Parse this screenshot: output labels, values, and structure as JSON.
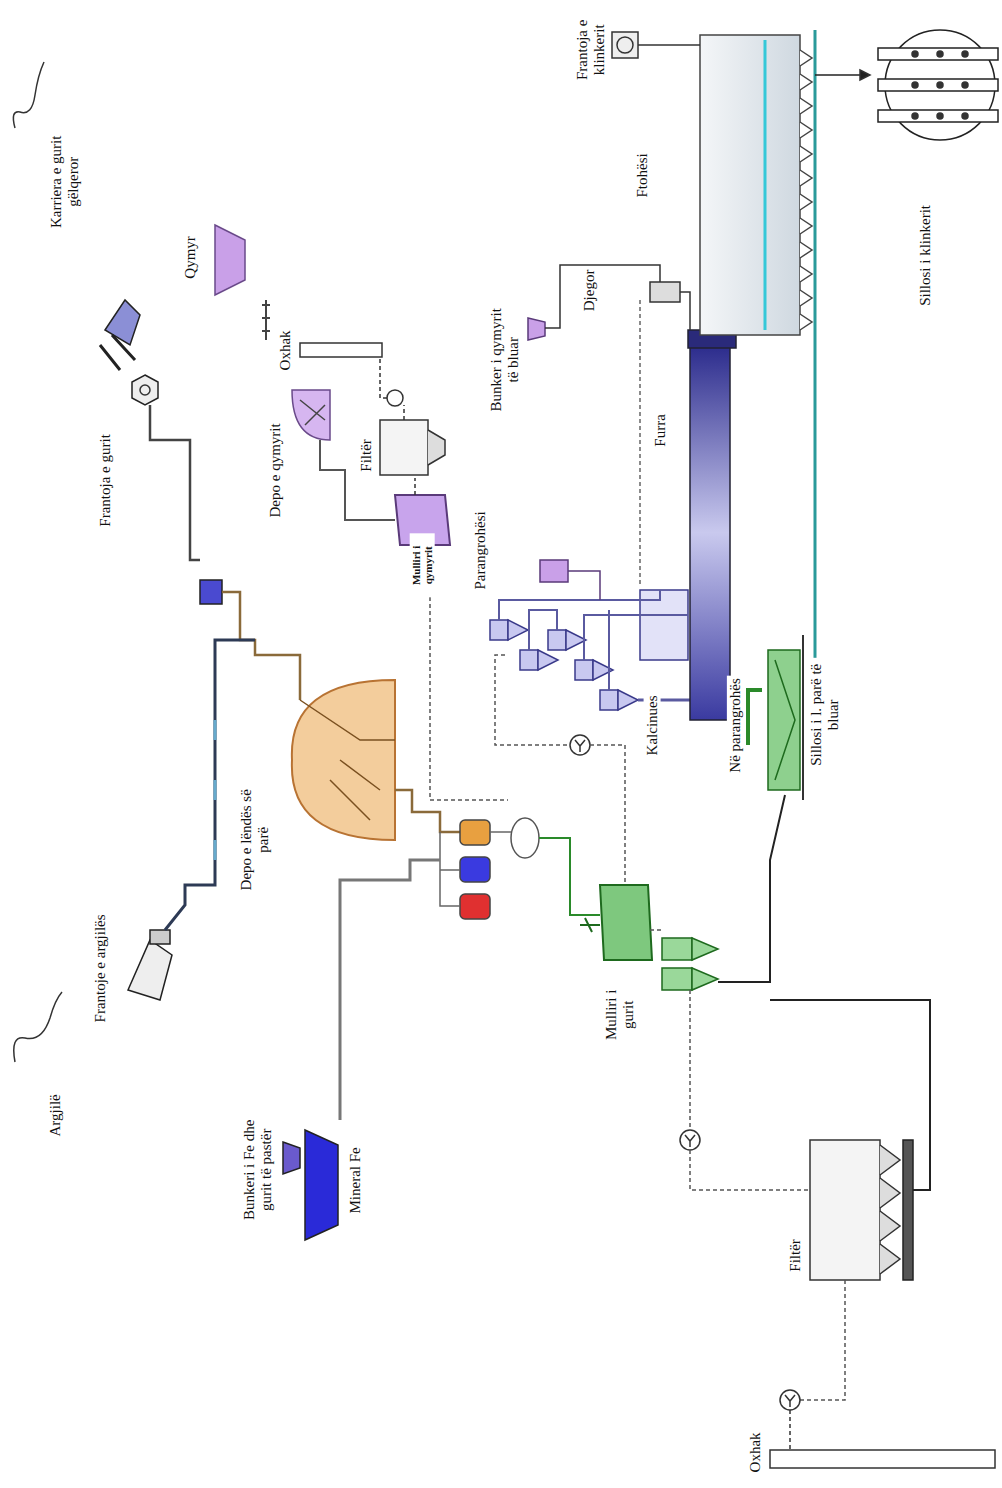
{
  "diagram": {
    "labels": [
      "Karriera e gurit gëlqeror",
      "Qymyr",
      "Frantoja e gurit",
      "Oxhak",
      "Depo e qymyrit",
      "Filtër",
      "Mulliri i qymyrit",
      "Argjilë",
      "Frantoje e argjilës",
      "Depo e lëndës së parë",
      "Bunkeri i Fe dhe gurit të pastër",
      "Mineral Fe",
      "Parangrohësi",
      "Kalcinues",
      "Në parangrohës",
      "Furra",
      "Djegor",
      "Ftohësi",
      "Bunker i qymyrit të bluar",
      "Frantoja e klinkerit",
      "Sillosi i klinkerit",
      "Sillosi i l. parë të bluar",
      "Mulliri i gurit",
      "Filtër",
      "Oxhak"
    ]
  }
}
